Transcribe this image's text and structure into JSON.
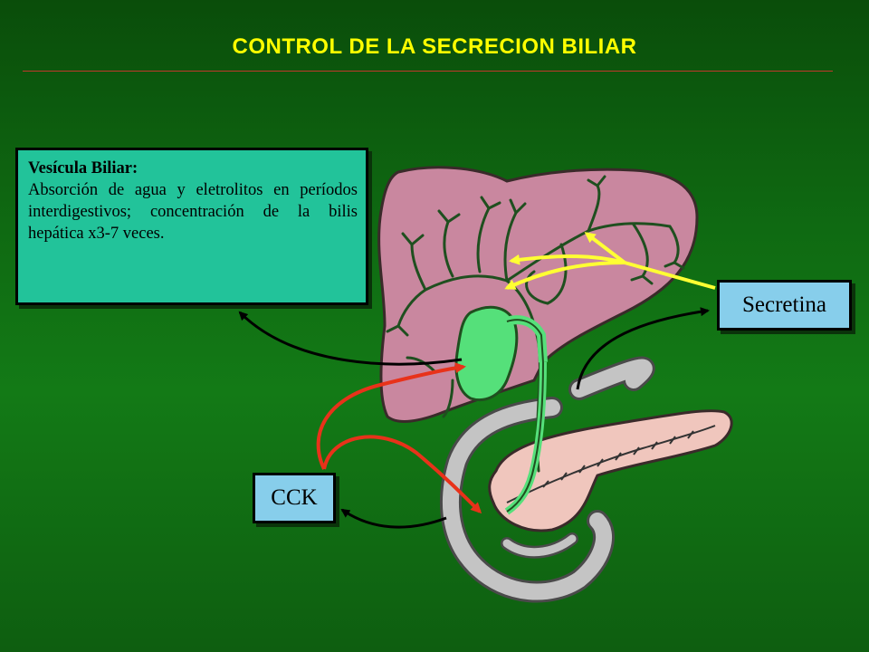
{
  "title": "CONTROL DE LA SECRECION BILIAR",
  "infobox": {
    "heading": "Vesícula Biliar:",
    "body": "Absorción de agua y eletrolitos en períodos interdigestivos; concentración de la bilis hepática x3-7 veces."
  },
  "labels": {
    "secretina": "Secretina",
    "cck": "CCK"
  },
  "colors": {
    "title": "#ffff00",
    "infobox_bg": "#22c39a",
    "label_bg": "#87ceeb",
    "liver": "#c9879f",
    "gallbladder": "#55e07a",
    "pancreas": "#f0c6bd",
    "duodenum": "#b9b9b9",
    "arrow_cck": "#e8321a",
    "arrow_secretina": "#ffff33",
    "arrow_feedback": "#000000"
  }
}
